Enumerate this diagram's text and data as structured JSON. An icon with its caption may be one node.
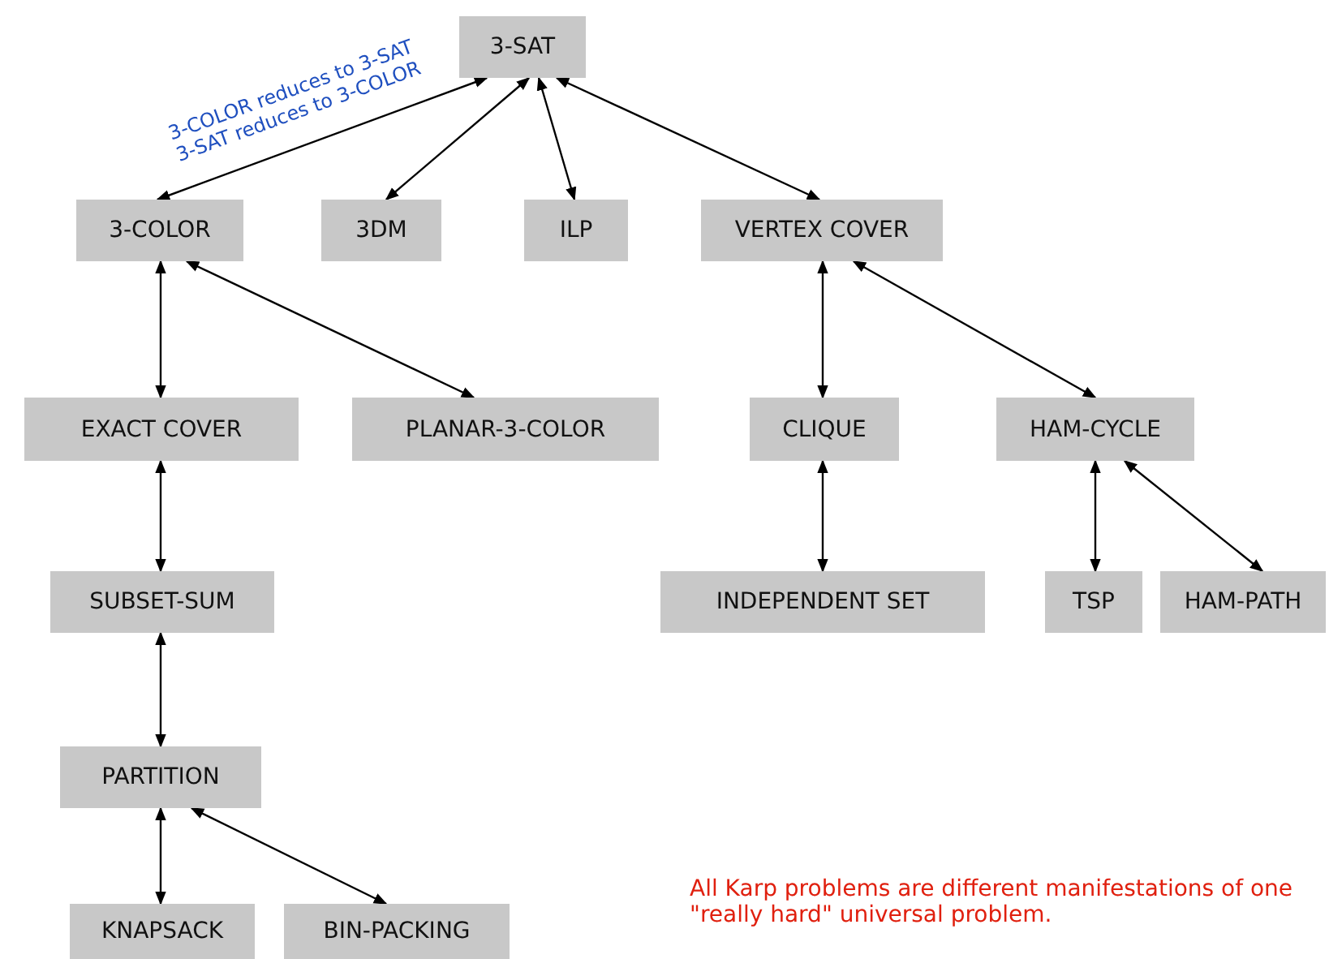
{
  "diagram": {
    "nodes": [
      {
        "text": [
          "3-SAT"
        ]
      },
      {
        "text": [
          "3-COLOR"
        ]
      },
      {
        "text": [
          "3DM"
        ]
      },
      {
        "text": [
          "ILP"
        ]
      },
      {
        "text": [
          "VERTEX COVER"
        ]
      },
      {
        "text": [
          "EXACT COVER"
        ]
      },
      {
        "text": [
          "PLANAR-3-COLOR"
        ]
      },
      {
        "text": [
          "CLIQUE"
        ]
      },
      {
        "text": [
          "HAM-CYCLE"
        ]
      },
      {
        "text": [
          "SUBSET-SUM"
        ]
      },
      {
        "text": [
          "INDEPENDENT SET"
        ]
      },
      {
        "text": [
          "TSP"
        ]
      },
      {
        "text": [
          "HAM-PATH"
        ]
      },
      {
        "text": [
          "PARTITION"
        ]
      },
      {
        "text": [
          "KNAPSACK"
        ]
      },
      {
        "text": [
          "BIN-PACKING"
        ]
      }
    ],
    "edges": [
      {
        "from": 0,
        "to": 1,
        "arrow": "both",
        "label": "3-COLOR reduces to 3-SAT 3-SAT reduces to 3-COLOR"
      },
      {
        "from": 0,
        "to": 2,
        "arrow": "both"
      },
      {
        "from": 0,
        "to": 3,
        "arrow": "both"
      },
      {
        "from": 0,
        "to": 4,
        "arrow": "both"
      },
      {
        "from": 1,
        "to": 5,
        "arrow": "both"
      },
      {
        "from": 1,
        "to": 6,
        "arrow": "both"
      },
      {
        "from": 4,
        "to": 7,
        "arrow": "both"
      },
      {
        "from": 4,
        "to": 8,
        "arrow": "both"
      },
      {
        "from": 5,
        "to": 9,
        "arrow": "both"
      },
      {
        "from": 9,
        "to": 13,
        "arrow": "both"
      },
      {
        "from": 7,
        "to": 10,
        "arrow": "both"
      },
      {
        "from": 8,
        "to": 11,
        "arrow": "both"
      },
      {
        "from": 8,
        "to": 12,
        "arrow": "both"
      },
      {
        "from": 13,
        "to": 14,
        "arrow": "both"
      },
      {
        "from": 13,
        "to": 15,
        "arrow": "both"
      }
    ],
    "labels": [
      "All Karp problems are different manifestations of one \"really hard\" universal problem."
    ]
  }
}
